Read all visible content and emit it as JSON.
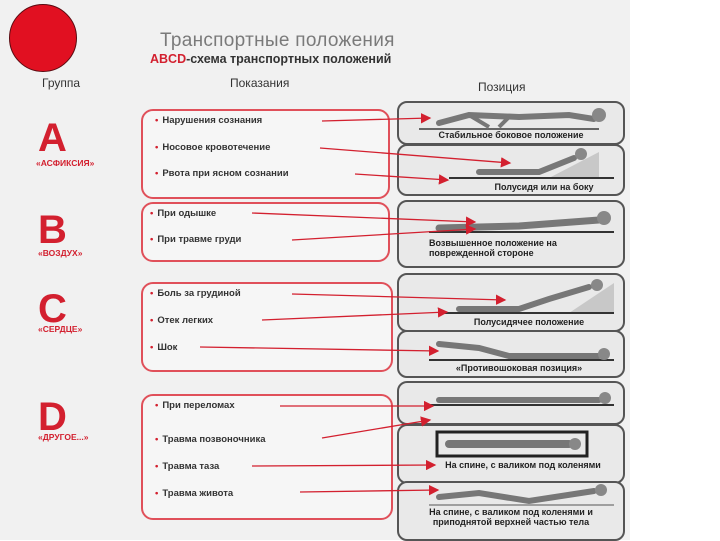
{
  "title": "Транспортные положения",
  "subtitle_accent": "ABCD",
  "subtitle_rest": "-схема транспортных положений",
  "headers": {
    "group": "Группа",
    "indications": "Показания",
    "position": "Позиция"
  },
  "bullet": "•",
  "groups": [
    {
      "letter": "A",
      "label": "«АСФИКСИЯ»",
      "items": [
        "Нарушения сознания",
        "Носовое кровотечение",
        "Рвота при ясном сознании"
      ]
    },
    {
      "letter": "B",
      "label": "«ВОЗДУХ»",
      "items": [
        "При одышке",
        "При травме груди"
      ]
    },
    {
      "letter": "C",
      "label": "«СЕРДЦЕ»",
      "items": [
        "Боль за грудиной",
        "Отек легких",
        "Шок"
      ]
    },
    {
      "letter": "D",
      "label": "«ДРУГОЕ...»",
      "items": [
        "При переломах",
        "Травма позвоночника",
        "Травма таза",
        "Травма живота"
      ]
    }
  ],
  "positions": [
    "Стабильное боковое положение",
    "Полусидя или на боку",
    "Возвышенное положение на поврежденной стороне",
    "Полусидячее положение",
    "«Противошоковая позиция»",
    "",
    "На спине, с валиком под коленями",
    "На спине, с валиком под коленями и приподнятой верхней частью тела"
  ],
  "colors": {
    "accent": "#d3202f",
    "box_border": "#e0505a",
    "dot": "#e11021"
  }
}
